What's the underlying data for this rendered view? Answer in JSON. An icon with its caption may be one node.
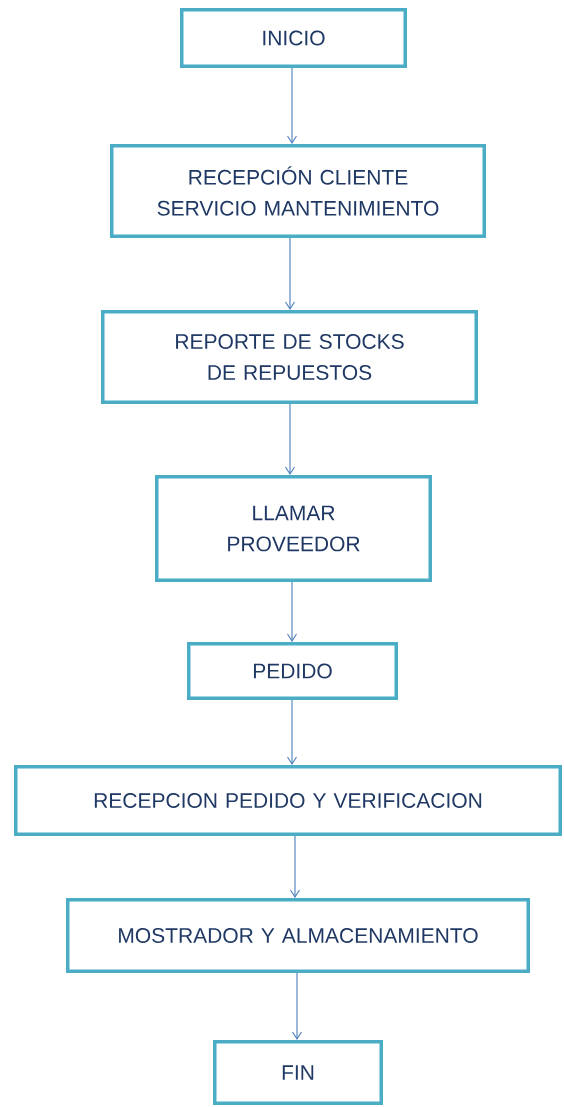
{
  "diagram": {
    "nodes": [
      {
        "text": [
          "INICIO"
        ]
      },
      {
        "text": [
          "RECEPCIÓN CLIENTE SERVICIO MANTENIMIENTO"
        ]
      },
      {
        "text": [
          "REPORTE DE STOCKS DE REPUESTOS"
        ]
      },
      {
        "text": [
          "LLAMAR PROVEEDOR"
        ]
      },
      {
        "text": [
          "PEDIDO"
        ]
      },
      {
        "text": [
          "RECEPCION PEDIDO Y VERIFICACION"
        ]
      },
      {
        "text": [
          "MOSTRADOR Y ALMACENAMIENTO"
        ]
      },
      {
        "text": [
          "FIN"
        ]
      }
    ],
    "edges": [
      {
        "from": 0,
        "to": 1,
        "arrow": "to"
      },
      {
        "from": 1,
        "to": 2,
        "arrow": "to"
      },
      {
        "from": 2,
        "to": 3,
        "arrow": "to"
      },
      {
        "from": 3,
        "to": 4,
        "arrow": "to"
      },
      {
        "from": 4,
        "to": 5,
        "arrow": "to"
      },
      {
        "from": 5,
        "to": 6,
        "arrow": "to"
      },
      {
        "from": 6,
        "to": 7,
        "arrow": "to"
      }
    ]
  }
}
